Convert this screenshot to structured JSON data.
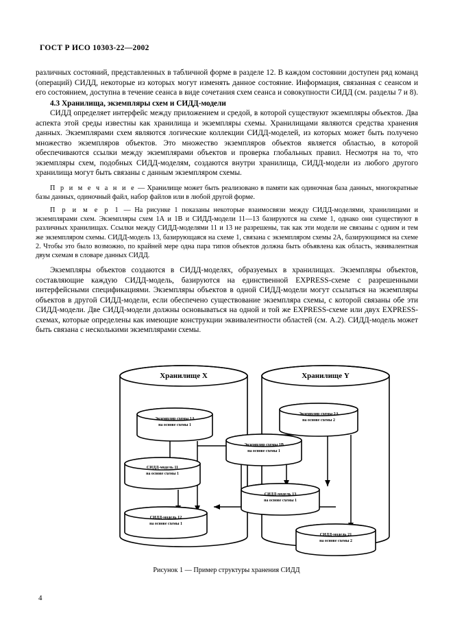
{
  "header": {
    "standard": "ГОСТ Р ИСО 10303-22—2002"
  },
  "body": {
    "para_intro": "различных состояний, представленных в табличной форме в разделе 12. В каждом состоянии доступен ряд команд (операций) СИДД, некоторые из которых могут изменять данное состояние. Информация, связанная с сеансом и его состоянием, доступна в течение сеанса в виде сочетания схем сеанса и совокупности СИДД (см. разделы 7 и 8).",
    "heading_43": "4.3 Хранилища, экземпляры схем и СИДД-модели",
    "para_43": "СИДД определяет интерфейс между приложением и средой, в которой существуют экземпляры объектов. Два аспекта этой среды известны как хранилища и экземпляры схемы. Хранилищами являются средства хранения данных. Экземплярами схем являются логические коллекции СИДД-моделей, из которых может быть получено множество экземпляров объектов. Это множество экземпляров объектов является областью, в которой обеспечиваются ссылки между экземплярами объектов и проверка глобальных правил. Несмотря на то, что экземпляры схем, подобных СИДД-моделям, создаются внутри хранилища, СИДД-модели из любого другого хранилища могут быть связаны с данным экземпляром схемы.",
    "note_label": "П р и м е ч а н и е",
    "note_text": " — Хранилище может быть реализовано в памяти как одиночная база данных, многократные базы данных, одиночный файл, набор файлов или в любой другой форме.",
    "example_label": "П р и м е р  1",
    "example_text": " — На рисунке 1 показаны некоторые взаимосвязи между СИДД-моделями, хранилищами и экземплярами схем. Экземпляры схем 1А и 1В и СИДД-модели 11—13 базируются на схеме 1, однако они существуют в различных хранилищах. Ссылки между СИДД-моделями 11 и 13 не разрешены, так как эти модели не связаны с одним и тем же экземпляром схемы. СИДД-модель 13, базирующаяся на схеме 1, связана с экземпляром схемы 2А, базирующимся на схеме 2. Чтобы это было возможно, по крайней мере одна пара типов объектов должна быть объявлена как область, эквивалентная двум схемам в словаре данных СИДД.",
    "para_final": "Экземпляры объектов создаются в СИДД-моделях, образуемых в хранилищах. Экземпляры объектов, составляющие каждую СИДД-модель, базируются на единственной EXPRESS-схеме с разрешенными интерфейсными спецификациями. Экземпляры объектов в одной СИДД-модели могут ссылаться на экземпляры объектов в другой СИДД-модели, если обеспечено существование экземпляра схемы, с которой связаны обе эти СИДД-модели. Две СИДД-модели должны основываться на одной и той же EXPRESS-схеме или двух EXPRESS-схемах, которые определены как имеющие конструкции эквивалентности областей (см. А.2). СИДД-модель может быть связана с несколькими экземплярами схемы."
  },
  "figure": {
    "caption": "Рисунок 1 — Пример структуры хранения СИДД",
    "repository_x": "Хранилище X",
    "repository_y": "Хранилище Y",
    "nodes": [
      {
        "line1": "Экземпляр схемы 1А",
        "line2": "на основе схемы 1"
      },
      {
        "line1": "СИДД-модель 11",
        "line2": "на основе схемы 1"
      },
      {
        "line1": "СИДД-модель 12",
        "line2": "на основе схемы 1"
      },
      {
        "line1": "Экземпляр схемы 2А",
        "line2": "на основе схемы 2"
      },
      {
        "line1": "Экземпляр схемы 1В",
        "line2": "на основе схемы 1"
      },
      {
        "line1": "СИДД-модель 13",
        "line2": "на основе схемы 1"
      },
      {
        "line1": "СИДД-модель 21",
        "line2": "на основе схемы 2"
      }
    ]
  },
  "footer": {
    "page_number": "4"
  }
}
